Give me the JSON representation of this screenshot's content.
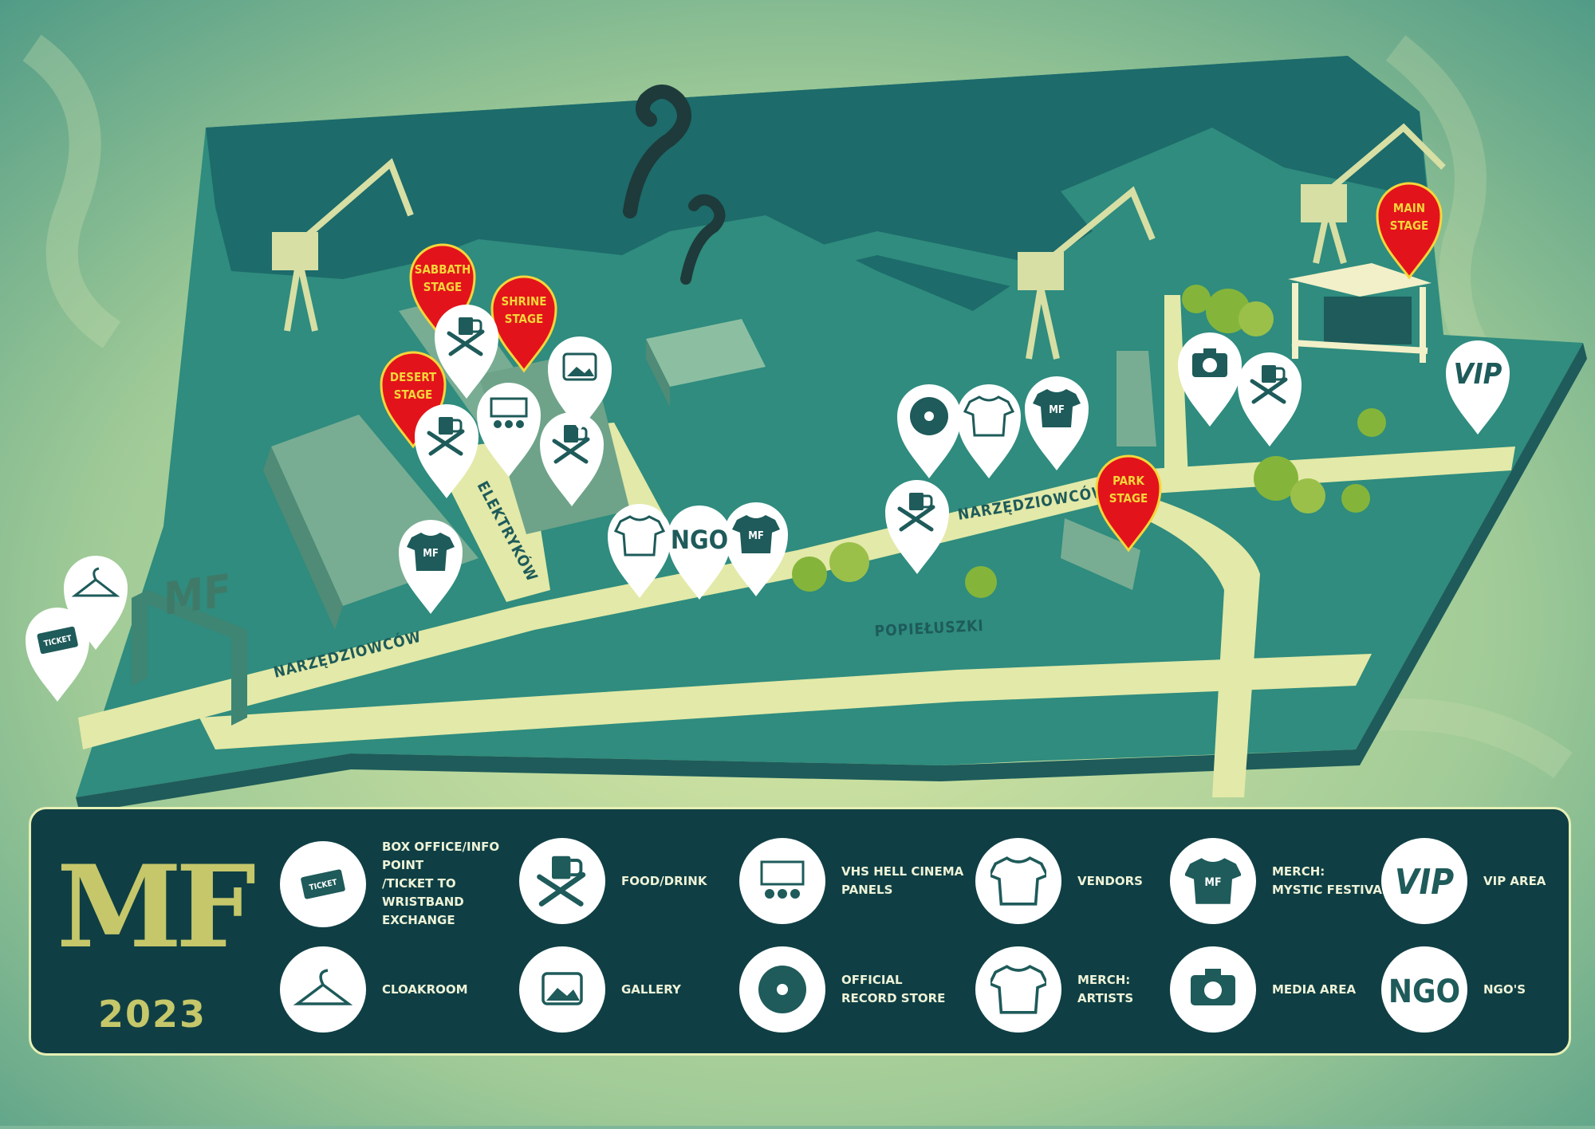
{
  "brand": {
    "logo": "MF",
    "year": "2023"
  },
  "map": {
    "streets": {
      "narzedziowcow_west": "NARZĘDZIOWCÓW",
      "narzedziowcow_east": "NARZĘDZIOWCÓW",
      "elektrykow": "ELEKTRYKÓW",
      "popieluszki": "POPIEŁUSZKI"
    },
    "stages": [
      {
        "line1": "SABBATH",
        "line2": "STAGE"
      },
      {
        "line1": "SHRINE",
        "line2": "STAGE"
      },
      {
        "line1": "DESERT",
        "line2": "STAGE"
      },
      {
        "line1": "PARK",
        "line2": "STAGE"
      },
      {
        "line1": "MAIN",
        "line2": "STAGE"
      }
    ],
    "entrance_sign": "MF",
    "pin_texts": {
      "ngo": "NGO",
      "vip": "VIP",
      "mf": "MF",
      "ticket": "TICKET"
    }
  },
  "legend": {
    "items": [
      {
        "icon": "ticket-icon",
        "label": "BOX OFFICE/INFO POINT\n/TICKET TO WRISTBAND\nEXCHANGE"
      },
      {
        "icon": "food-drink-icon",
        "label": "FOOD/DRINK"
      },
      {
        "icon": "cinema-icon",
        "label": "VHS HELL CINEMA\nPANELS"
      },
      {
        "icon": "vendors-icon",
        "label": "VENDORS"
      },
      {
        "icon": "merch-mf-icon",
        "label": "MERCH:\nMYSTIC FESTIVAL"
      },
      {
        "icon": "vip-icon",
        "label": "VIP AREA"
      },
      {
        "icon": "hanger-icon",
        "label": "CLOAKROOM"
      },
      {
        "icon": "gallery-icon",
        "label": "GALLERY"
      },
      {
        "icon": "vinyl-icon",
        "label": "OFFICIAL\nRECORD STORE"
      },
      {
        "icon": "merch-artists-icon",
        "label": "MERCH:\nARTISTS"
      },
      {
        "icon": "camera-icon",
        "label": "MEDIA AREA"
      },
      {
        "icon": "ngo-icon",
        "label": "NGO'S"
      }
    ]
  },
  "colors": {
    "teal_dark": "#1e5b5a",
    "water": "#1d6b6b",
    "land": "#2f8c7e",
    "road": "#e3e9a8",
    "stage_red": "#e3131b",
    "stage_text": "#f5d63a",
    "legend_bg": "#0f3f44",
    "logo_gold": "#c5c76a"
  }
}
